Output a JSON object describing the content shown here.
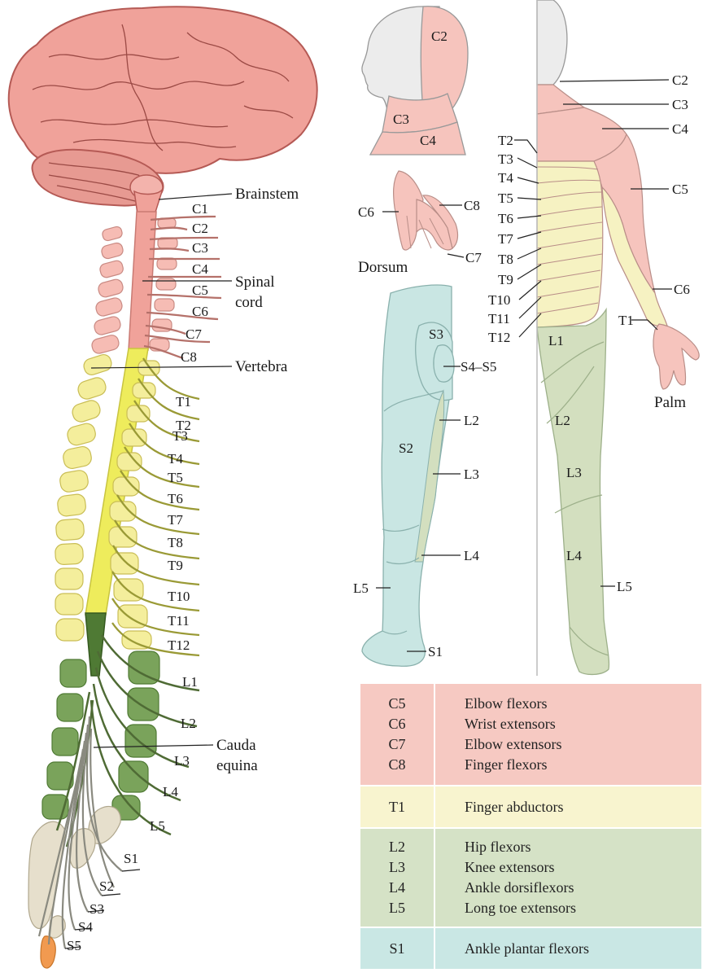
{
  "colors": {
    "cervical": "#f6c4bd",
    "thoracic": "#f6f2c2",
    "lumbar": "#d3dfbf",
    "sacral": "#c9e6e3",
    "brain": "#ef9c96",
    "cord_thoracic": "#f0ee68",
    "nerve_lumbar": "#4f6b35",
    "nerve_sacral": "#8a8a80"
  },
  "labels": {
    "brainstem": "Brainstem",
    "spinal_cord": "Spinal\ncord",
    "spinal_cord_1": "Spinal",
    "spinal_cord_2": "cord",
    "vertebra": "Vertebra",
    "cauda_1": "Cauda",
    "cauda_2": "equina",
    "dorsum": "Dorsum",
    "palm": "Palm"
  },
  "spine_levels": {
    "cervical": [
      "C1",
      "C2",
      "C3",
      "C4",
      "C5",
      "C6",
      "C7",
      "C8"
    ],
    "thoracic": [
      "T1",
      "T2",
      "T3",
      "T4",
      "T5",
      "T6",
      "T7",
      "T8",
      "T9",
      "T10",
      "T11",
      "T12"
    ],
    "lumbar": [
      "L1",
      "L2",
      "L3",
      "L4",
      "L5"
    ],
    "sacral": [
      "S1",
      "S2",
      "S3",
      "S4",
      "S5"
    ]
  },
  "head": {
    "c2": "C2",
    "c3": "C3",
    "c4": "C4"
  },
  "hand": {
    "c6": "C6",
    "c8": "C8",
    "c7": "C7"
  },
  "leg": {
    "s3": "S3",
    "s4s5": "S4–S5",
    "l2": "L2",
    "s2": "S2",
    "l3": "L3",
    "l4": "L4",
    "l5": "L5",
    "s1": "S1"
  },
  "body_right": {
    "c2": "C2",
    "c3": "C3",
    "c4": "C4",
    "c5": "C5",
    "c6": "C6",
    "t1": "T1"
  },
  "body_left": [
    "T2",
    "T3",
    "T4",
    "T5",
    "T6",
    "T7",
    "T8",
    "T9",
    "T10",
    "T11",
    "T12"
  ],
  "body_inner": {
    "l1": "L1",
    "l2": "L2",
    "l3": "L3",
    "l4": "L4",
    "l5": "L5"
  },
  "table": [
    {
      "levels": [
        "C5",
        "C6",
        "C7",
        "C8"
      ],
      "muscles": [
        "Elbow flexors",
        "Wrist extensors",
        "Elbow extensors",
        "Finger flexors"
      ],
      "color": "#f6c9c2"
    },
    {
      "levels": [
        "T1"
      ],
      "muscles": [
        "Finger abductors"
      ],
      "color": "#f8f4cf"
    },
    {
      "levels": [
        "L2",
        "L3",
        "L4",
        "L5"
      ],
      "muscles": [
        "Hip flexors",
        "Knee extensors",
        "Ankle dorsiflexors",
        "Long toe extensors"
      ],
      "color": "#d5e2c6"
    },
    {
      "levels": [
        "S1"
      ],
      "muscles": [
        "Ankle plantar flexors"
      ],
      "color": "#c9e7e4"
    }
  ]
}
